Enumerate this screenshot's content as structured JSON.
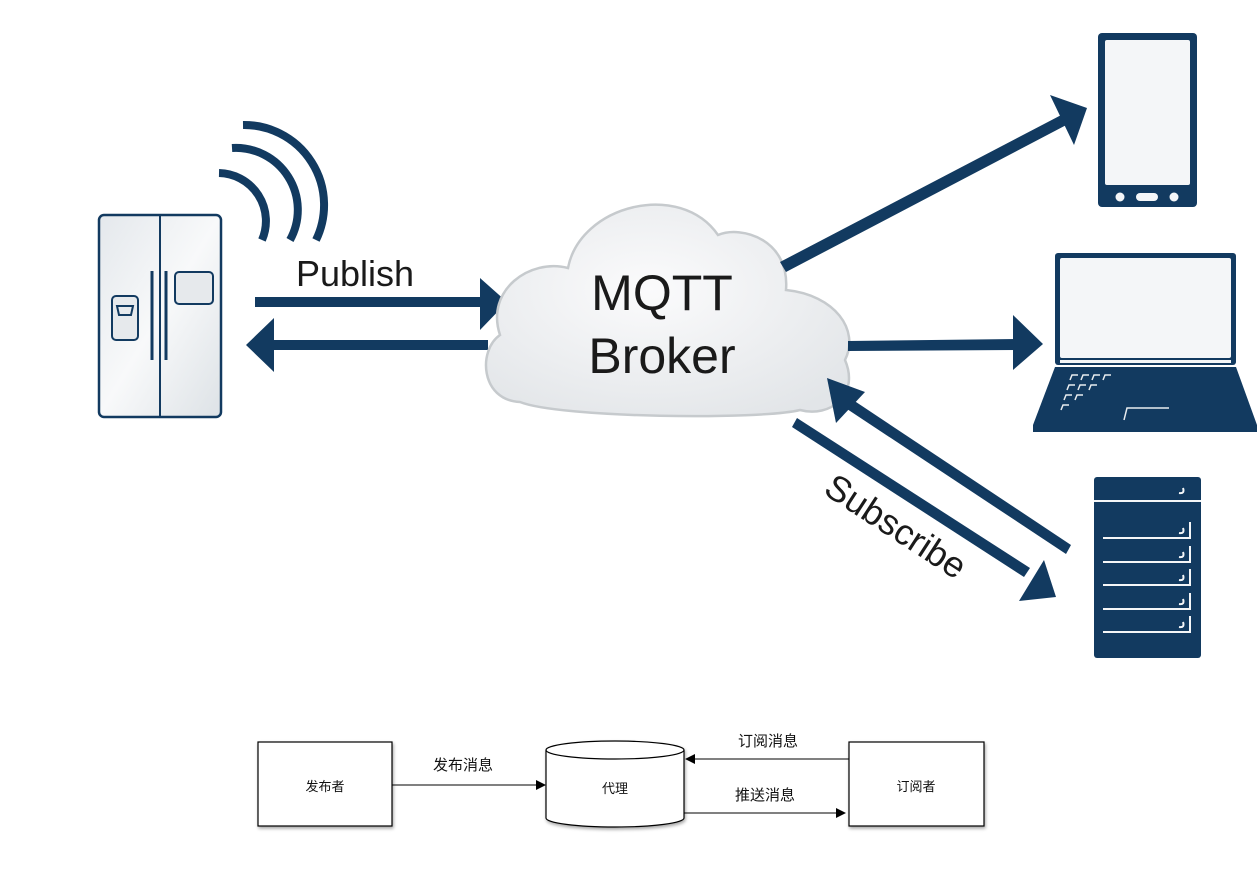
{
  "colors": {
    "navy": "#123a60",
    "cloud_fill": "#eef0f2",
    "cloud_stroke": "#c6cacd",
    "device_light": "#f4f6f8",
    "text": "#1a1a1a"
  },
  "top_diagram": {
    "publisher": {
      "name": "smart-fridge",
      "icon": "refrigerator-icon",
      "signal_icon": "wifi-signal-icon"
    },
    "broker": {
      "line1": "MQTT",
      "line2": "Broker",
      "icon": "cloud-icon"
    },
    "labels": {
      "publish": "Publish",
      "subscribe": "Subscribe"
    },
    "subscribers": [
      {
        "name": "phone",
        "icon": "smartphone-icon"
      },
      {
        "name": "laptop",
        "icon": "laptop-icon"
      },
      {
        "name": "server",
        "icon": "server-icon"
      }
    ]
  },
  "bottom_diagram": {
    "publisher_box": "发布者",
    "broker_box": "代理",
    "subscriber_box": "订阅者",
    "publish_arrow": "发布消息",
    "subscribe_arrow": "订阅消息",
    "push_arrow": "推送消息"
  }
}
